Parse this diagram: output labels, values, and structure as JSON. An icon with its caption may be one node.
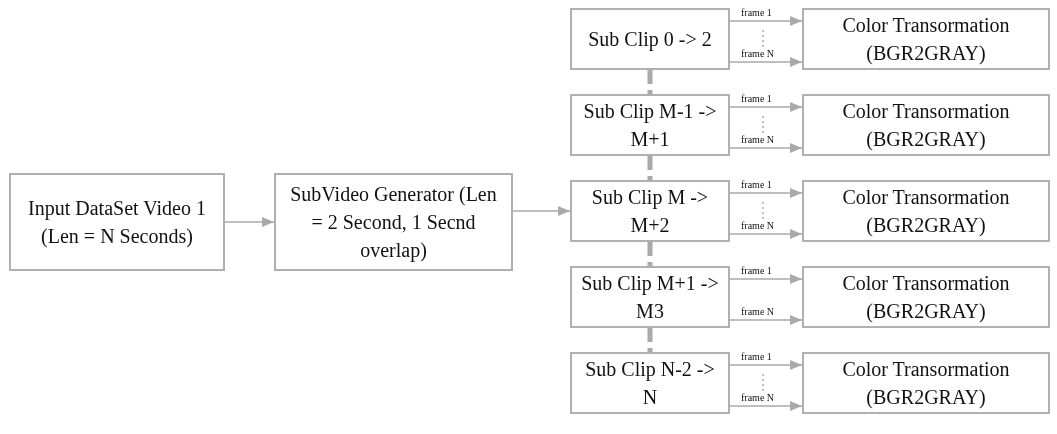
{
  "diagram": {
    "nodes": [
      {
        "text": [
          "Input DataSet Video 1 (Len = N Seconds)"
        ]
      },
      {
        "text": [
          "SubVideo Generator (Len = 2 Second, 1 Secnd overlap)"
        ]
      },
      {
        "text": [
          "Sub Clip 0 -> 2"
        ]
      },
      {
        "text": [
          "Sub Clip M-1 -> M+1"
        ]
      },
      {
        "text": [
          "Sub Clip M -> M+2"
        ]
      },
      {
        "text": [
          "Sub Clip M+1 -> M3"
        ]
      },
      {
        "text": [
          "Sub Clip N-2 -> N"
        ]
      },
      {
        "text": [
          "Color Transormation (BGR2GRAY)"
        ]
      },
      {
        "text": [
          "Color Transormation (BGR2GRAY)"
        ]
      },
      {
        "text": [
          "Color Transormation (BGR2GRAY)"
        ]
      },
      {
        "text": [
          "Color Transormation (BGR2GRAY)"
        ]
      },
      {
        "text": [
          "Color Transormation (BGR2GRAY)"
        ]
      }
    ],
    "edges": [
      {
        "from": 0,
        "to": 1,
        "arrow": "to"
      },
      {
        "from": 1,
        "to": 4,
        "arrow": "to"
      },
      {
        "from": 2,
        "to": 7,
        "arrow": "to",
        "label": "frame 1"
      },
      {
        "from": 2,
        "to": 7,
        "arrow": "to",
        "label": "frame N"
      },
      {
        "from": 3,
        "to": 8,
        "arrow": "to",
        "label": "frame 1"
      },
      {
        "from": 3,
        "to": 8,
        "arrow": "to",
        "label": "frame N"
      },
      {
        "from": 4,
        "to": 9,
        "arrow": "to",
        "label": "frame 1"
      },
      {
        "from": 4,
        "to": 9,
        "arrow": "to",
        "label": "frame N"
      },
      {
        "from": 5,
        "to": 10,
        "arrow": "to",
        "label": "frame 1"
      },
      {
        "from": 5,
        "to": 10,
        "arrow": "to",
        "label": "frame N"
      },
      {
        "from": 6,
        "to": 11,
        "arrow": "to",
        "label": "frame 1"
      },
      {
        "from": 6,
        "to": 11,
        "arrow": "to",
        "label": "frame N"
      },
      {
        "from": 2,
        "to": 3,
        "arrow": "none",
        "style": "dashed"
      },
      {
        "from": 3,
        "to": 4,
        "arrow": "none",
        "style": "dashed"
      },
      {
        "from": 4,
        "to": 5,
        "arrow": "none",
        "style": "dashed"
      },
      {
        "from": 5,
        "to": 6,
        "arrow": "none",
        "style": "dashed"
      }
    ]
  }
}
